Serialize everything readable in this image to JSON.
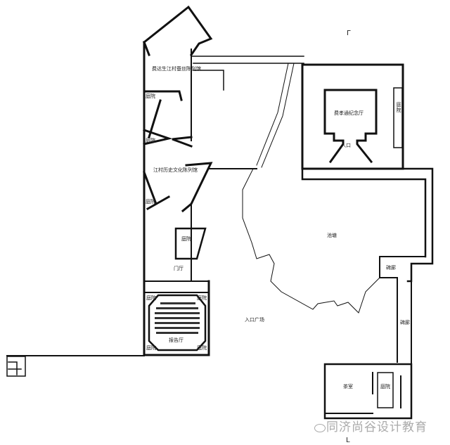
{
  "labels": {
    "silk_museum": "费达生江村蚕丝陈列馆",
    "history_museum": "江村历史文化陈列馆",
    "courtyard": "庭院",
    "memorial_hall": "费孝通纪念厅",
    "entrance": "入口",
    "lobby": "门厅",
    "auditorium": "报告厅",
    "pond": "池塘",
    "entrance_plaza": "入口广场",
    "stele_corridor": "碑廊",
    "tea_room": "茶室",
    "north_mark": "Γ",
    "south_mark": "L"
  },
  "watermark": "同济尚谷设计教育"
}
